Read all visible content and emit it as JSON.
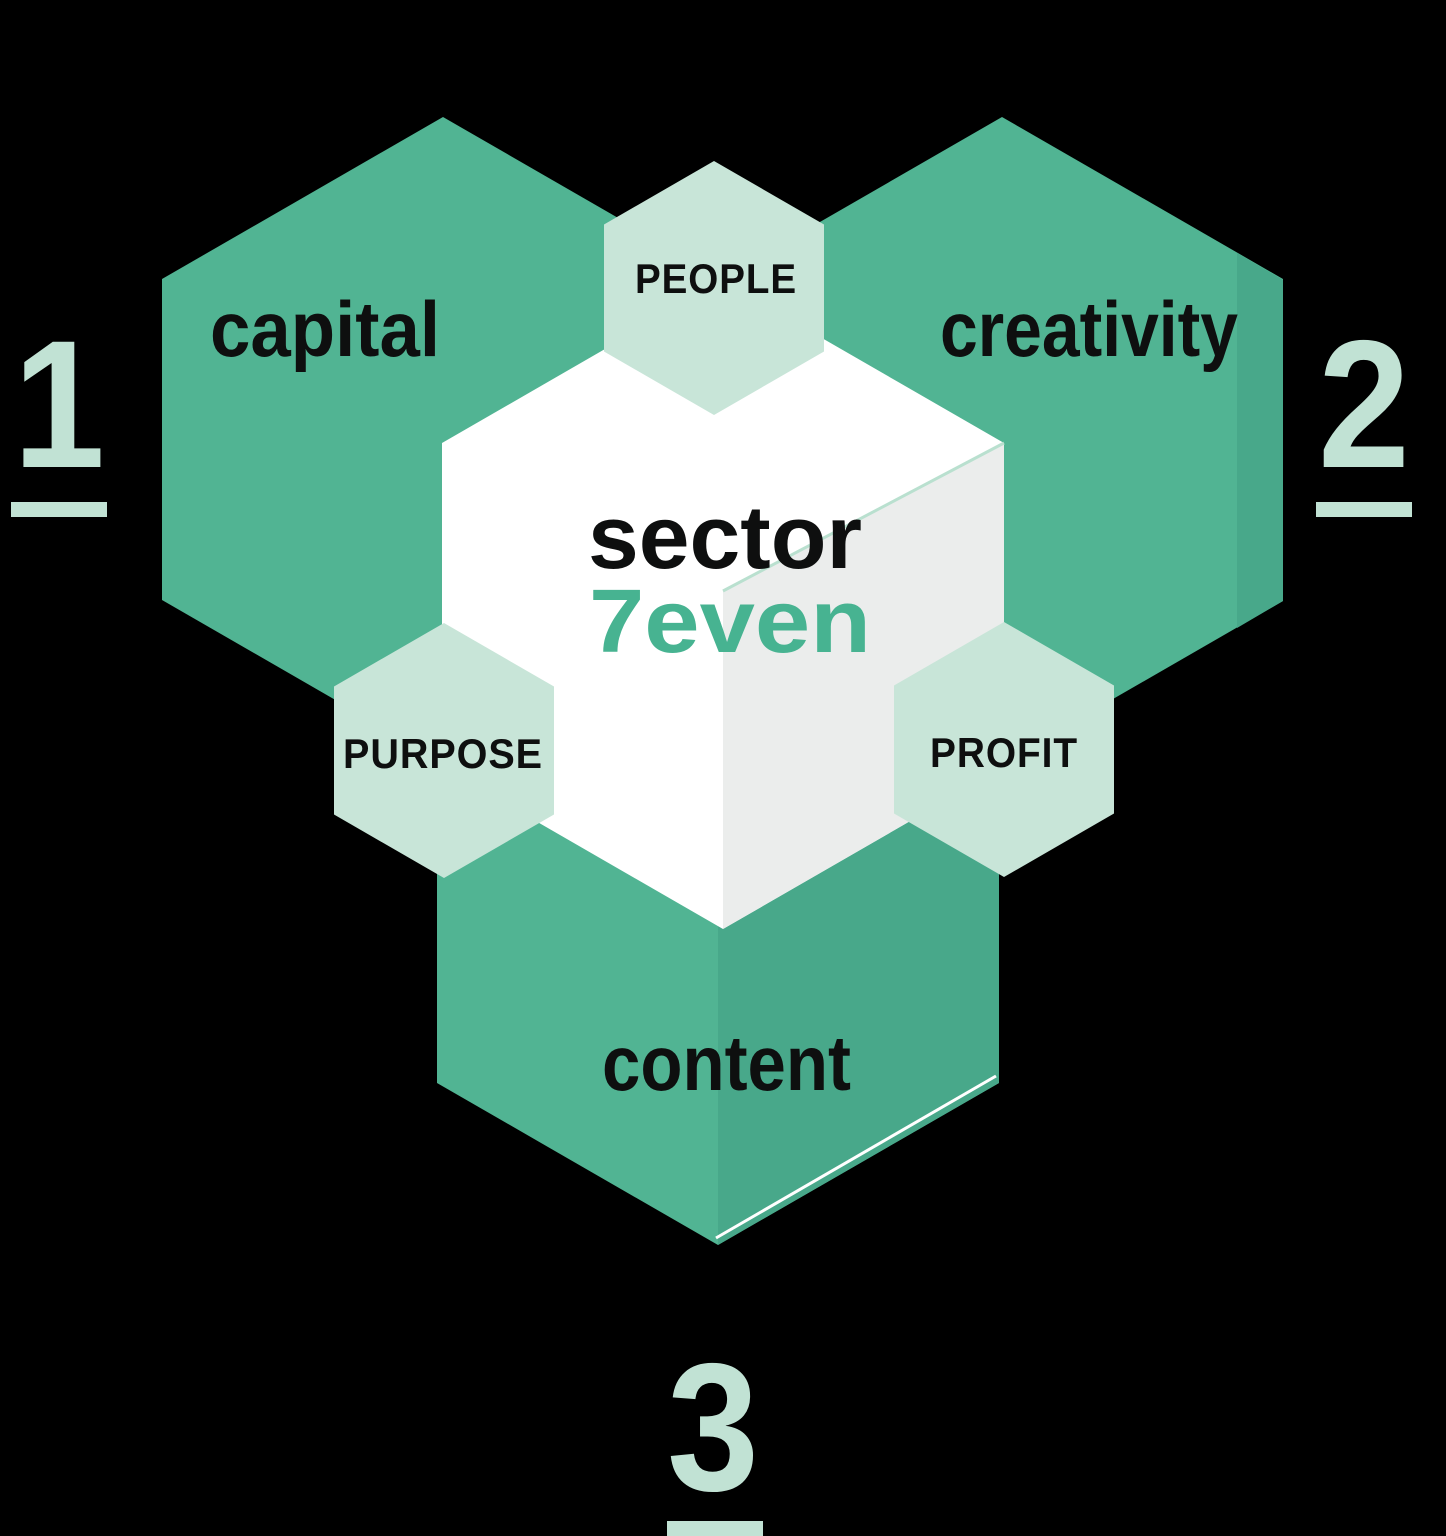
{
  "title": "sector 7even hexagon diagram",
  "logo": {
    "line1": "sector",
    "line2": "7even"
  },
  "hexagons": {
    "capital": {
      "label": "capital"
    },
    "creativity": {
      "label": "creativity"
    },
    "content": {
      "label": "content"
    },
    "people": {
      "label": "PEOPLE"
    },
    "purpose": {
      "label": "PURPOSE"
    },
    "profit": {
      "label": "PROFIT"
    }
  },
  "steps": {
    "one": "1",
    "two": "2",
    "three": "3"
  },
  "colors": {
    "background": "#000000",
    "green": "#51B493",
    "green_dark": "#48A88A",
    "mint": "#C8E5D8",
    "mint_number": "#C1E2D4",
    "white": "#FFFFFF",
    "gray_face": "#EBEDEC",
    "edge_highlight": "#B9E0CF",
    "logo_green": "#47B391",
    "text": "#0E0F0F"
  }
}
